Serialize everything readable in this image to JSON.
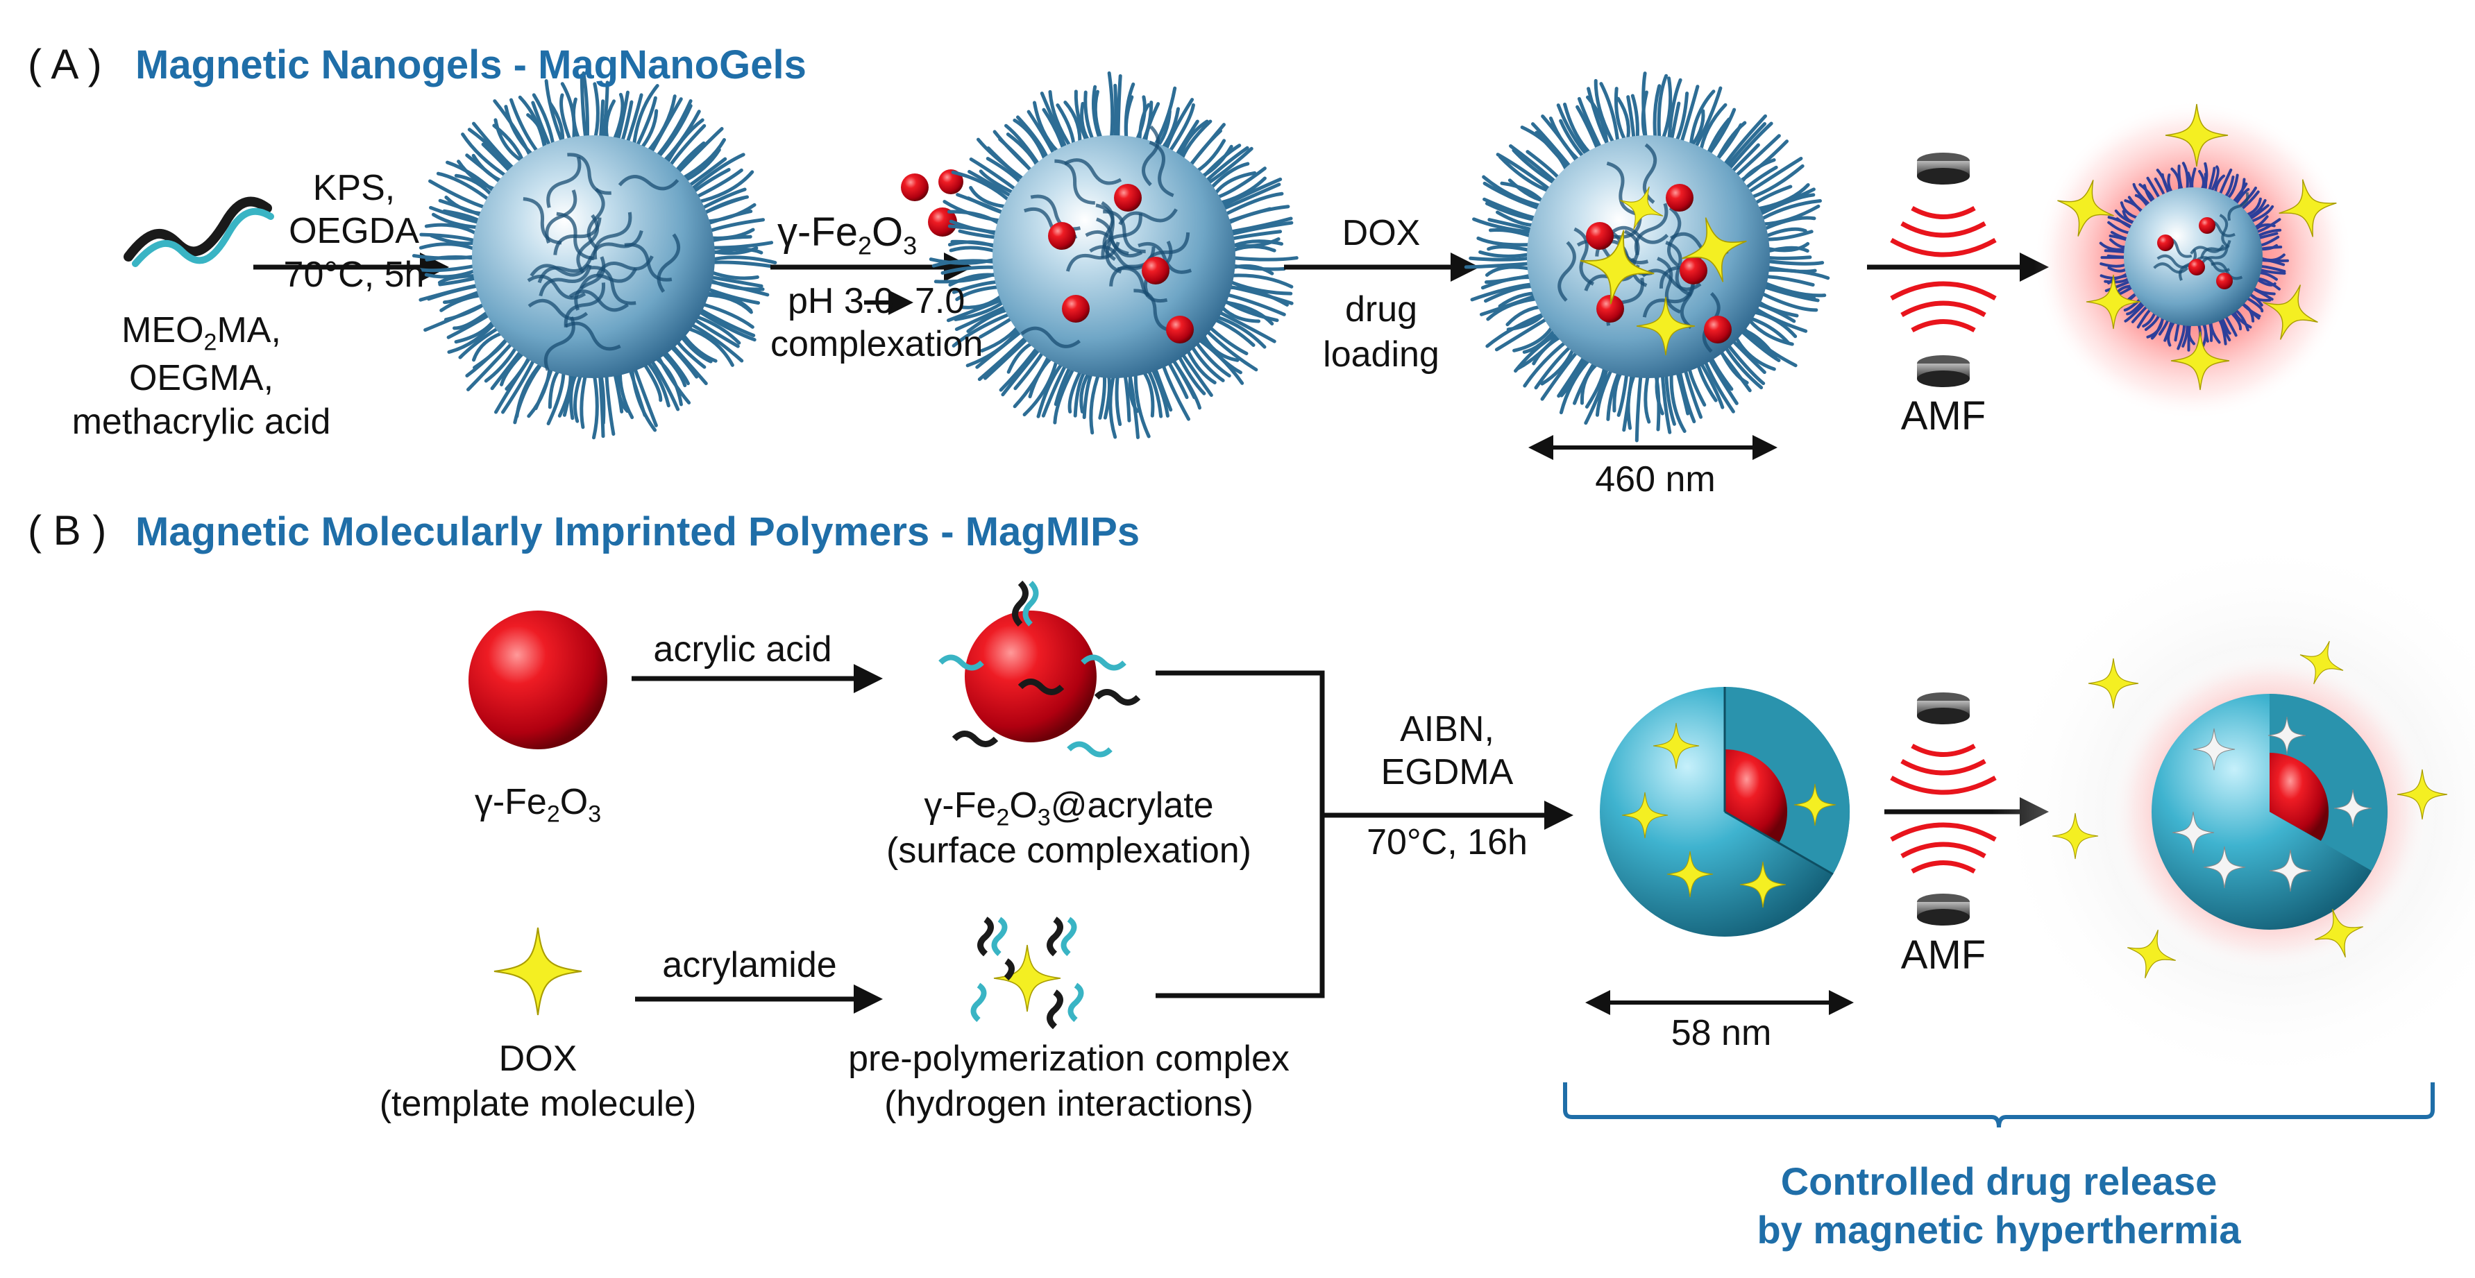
{
  "panel_a": {
    "letter": "( A )",
    "heading": "Magnetic Nanogels - MagNanoGels",
    "monomers": [
      "MEO",
      "2",
      "MA,",
      "OEGMA,",
      "methacrylic acid"
    ],
    "step1": [
      "KPS,",
      "OEGDA",
      "70°C, 5h"
    ],
    "step2": {
      "top": [
        "γ-Fe",
        "2",
        "O",
        "3"
      ],
      "ph": [
        "pH 3.0",
        "7.0"
      ],
      "bottom": "complexation"
    },
    "step3": [
      "DOX",
      "drug",
      "loading"
    ],
    "size": "460  nm",
    "amf": "AMF"
  },
  "panel_b": {
    "letter": "( B )",
    "heading": "Magnetic Molecularly Imprinted Polymers - MagMIPs",
    "fe_label": [
      "γ-Fe",
      "2",
      "O",
      "3"
    ],
    "acrylic": "acrylic acid",
    "fe_acrylate": [
      "γ-Fe",
      "2",
      "O",
      "3",
      "@acrylate"
    ],
    "surface": "(surface complexation)",
    "dox": "DOX",
    "template": "(template molecule)",
    "acrylamide": "acrylamide",
    "prepoly": "pre-polymerization complex",
    "hydrogen": "(hydrogen interactions)",
    "conditions": [
      "AIBN,",
      "EGDMA",
      "70°C, 16h"
    ],
    "size": "58  nm",
    "amf": "AMF"
  },
  "footer": [
    "Controlled drug release",
    "by magnetic hyperthermia"
  ],
  "colors": {
    "accent": "#1f6ea8",
    "iron": "#d8121b",
    "dox": "#f2ee1e",
    "shell": "#3aa6c4"
  }
}
